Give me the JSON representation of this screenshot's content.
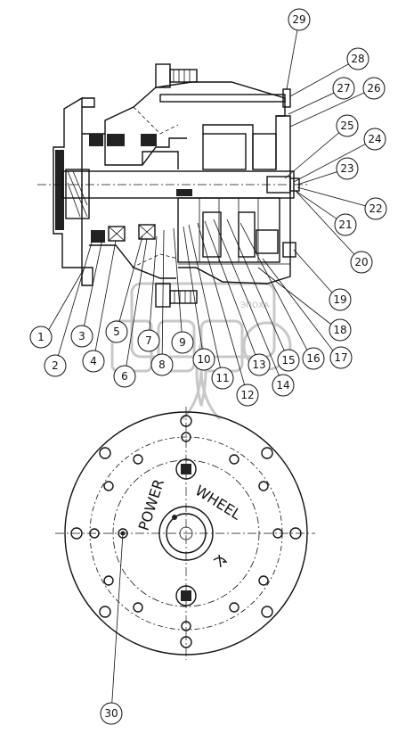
{
  "product_text": {
    "word1": "POWER",
    "word2": "WHEEL"
  },
  "callouts": [
    "1",
    "2",
    "3",
    "4",
    "5",
    "6",
    "7",
    "8",
    "9",
    "10",
    "11",
    "12",
    "13",
    "14",
    "15",
    "16",
    "17",
    "18",
    "19",
    "20",
    "21",
    "22",
    "23",
    "24",
    "25",
    "26",
    "27",
    "28",
    "29",
    "30"
  ],
  "watermark": {
    "text": "ЭПОХА"
  }
}
